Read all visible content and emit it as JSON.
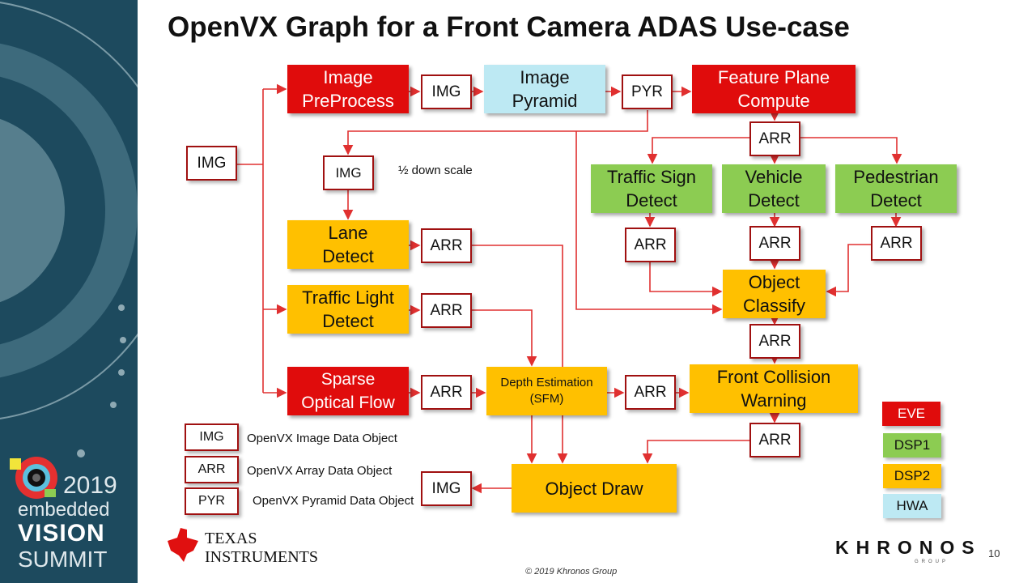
{
  "title": "OpenVX Graph for a Front Camera ADAS Use-case",
  "nodes": {
    "image_preprocess": "Image PreProcess",
    "image_pyramid": "Image Pyramid",
    "feature_plane": "Feature Plane Compute",
    "traffic_sign": "Traffic Sign Detect",
    "vehicle": "Vehicle Detect",
    "pedestrian": "Pedestrian Detect",
    "lane": "Lane Detect",
    "traffic_light": "Traffic Light Detect",
    "object_classify": "Object Classify",
    "sparse_of": "Sparse Optical Flow",
    "depth": "Depth Estimation (SFM)",
    "fcw": "Front Collision Warning",
    "object_draw": "Object Draw"
  },
  "data_objects": {
    "img": "IMG",
    "arr": "ARR",
    "pyr": "PYR"
  },
  "annotation": "½ down scale",
  "legend": [
    {
      "tag": "IMG",
      "text": "OpenVX Image Data Object"
    },
    {
      "tag": "ARR",
      "text": "OpenVX Array Data Object"
    },
    {
      "tag": "PYR",
      "text": "OpenVX Pyramid Data Object"
    }
  ],
  "processors": [
    {
      "label": "EVE",
      "color": "#e00c0c"
    },
    {
      "label": "DSP1",
      "color": "#8ccc52"
    },
    {
      "label": "DSP2",
      "color": "#ffc000"
    },
    {
      "label": "HWA",
      "color": "#bde9f3"
    }
  ],
  "footer": {
    "copyright": "© 2019 Khronos Group",
    "page": "10",
    "khronos": "KHRONOS",
    "khronos_sub": "GROUP",
    "ti_line1": "TEXAS",
    "ti_line2": "INSTRUMENTS"
  },
  "event": {
    "year": "2019",
    "line1": "embedded",
    "line2": "VISION",
    "line3": "SUMMIT"
  }
}
